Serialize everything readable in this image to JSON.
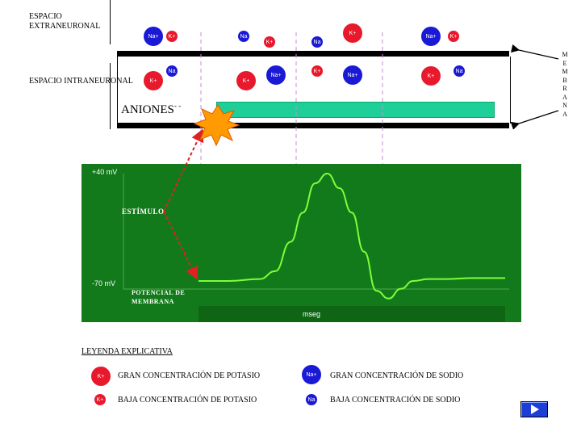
{
  "labels": {
    "extra": [
      "ESPACIO",
      "EXTRANEURONAL"
    ],
    "intra": "ESPACIO INTRANEURONAL",
    "aniones": "ANIONES",
    "aniones_sup": "- -",
    "membrana_letters": [
      "M",
      "E",
      "M",
      "B",
      "R",
      "A",
      "N",
      "A"
    ]
  },
  "ions": {
    "k_plus": "K+",
    "na_plus": "Na+",
    "na": "Na"
  },
  "chart_data": {
    "type": "line",
    "title": "",
    "xlabel": "mseg",
    "ylabel": "",
    "y_top_label": "+40 mV",
    "y_bottom_label": "-70 mV",
    "ylim": [
      -70,
      40
    ],
    "series": [
      {
        "x": [
          0,
          1,
          2,
          2.5,
          3,
          3.4,
          3.8,
          4.2,
          4.6,
          5.0,
          5.4,
          5.8,
          6.2,
          6.6,
          7.0,
          7.5,
          8,
          9,
          10
        ],
        "values": [
          -70,
          -70,
          -68,
          -60,
          -30,
          0,
          30,
          40,
          25,
          0,
          -40,
          -80,
          -88,
          -78,
          -70,
          -68,
          -68,
          -67,
          -67
        ]
      }
    ],
    "annotations": [
      "ESTÍMULO",
      "POTENCIAL DE",
      "MEMBRANA"
    ],
    "colors": {
      "background": "#137a1b",
      "line": "#7dff3a"
    }
  },
  "legend": {
    "title": "LEYENDA EXPLICATIVA",
    "items": [
      "GRAN CONCENTRACIÓN DE POTASIO",
      "BAJA CONCENTRACIÓN DE POTASIO",
      "GRAN CONCENTRACIÓN DE SODIO",
      "BAJA CONCENTRACIÓN DE SODIO"
    ]
  },
  "colors": {
    "potassium": "#e8192c",
    "sodium": "#1a1ad6",
    "anions": "#1fcf9a",
    "explosion": "#ff8c00"
  },
  "icons": {
    "play": "play-icon",
    "stimulus": "explosion-icon"
  }
}
